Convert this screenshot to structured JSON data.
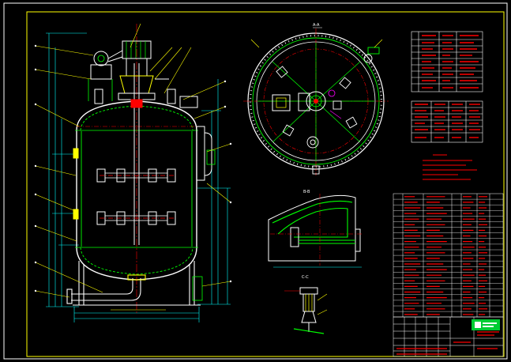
{
  "colors": {
    "background": "#000000",
    "frame": "#ffff00",
    "vessel": "#ffffff",
    "shell": "#00ff00",
    "centerline": "#ff0000",
    "dimension": "#00ffff",
    "leader": "#ffff00",
    "table_text": "#ff0000",
    "logo": "#00cc33"
  },
  "icons": {
    "logo": "company-logo-icon",
    "motor": "motor-drive-icon",
    "agitator": "agitator-blade-icon"
  },
  "drawing": {
    "top_view_label": "A-A",
    "section_b_label": "B-B",
    "section_c_label": "C-C"
  }
}
